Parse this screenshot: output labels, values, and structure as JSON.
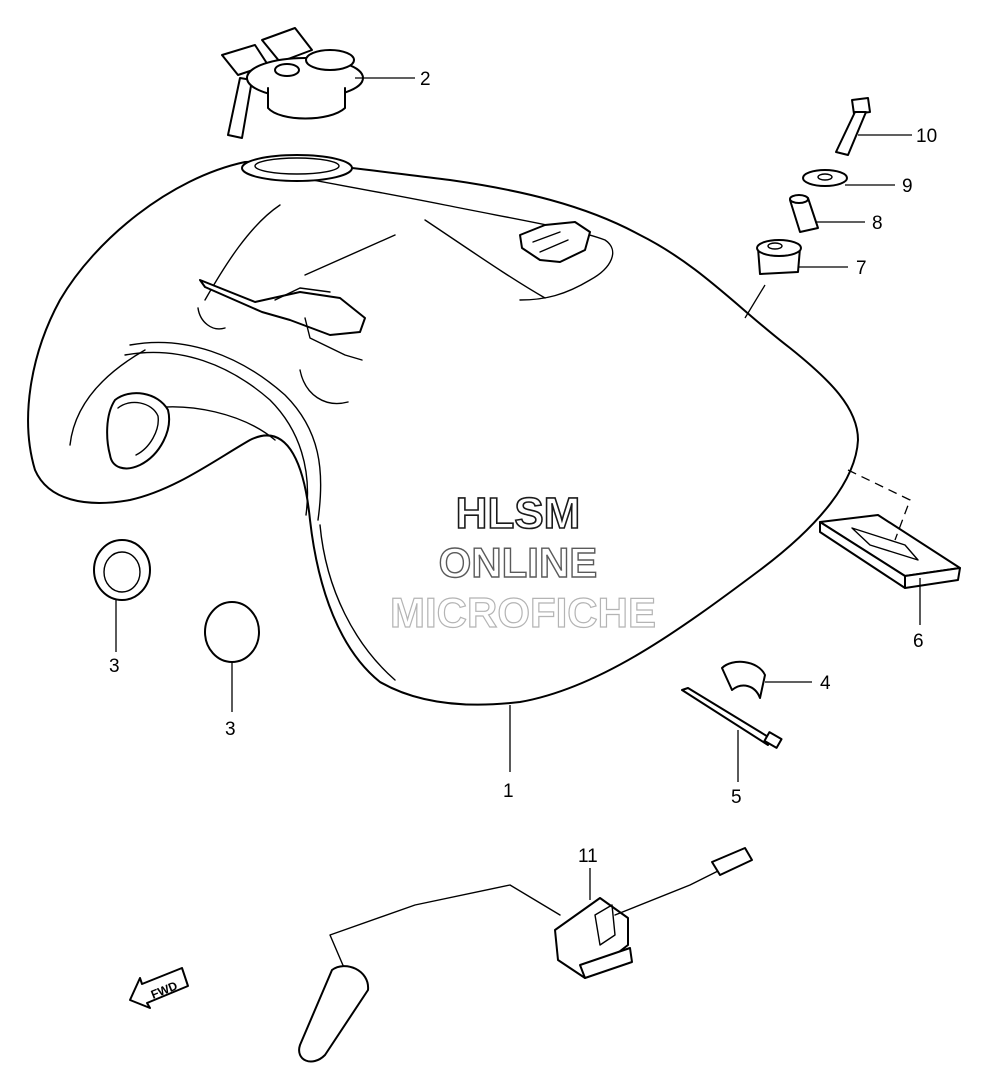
{
  "callouts": [
    {
      "id": "c1",
      "label": "1"
    },
    {
      "id": "c2",
      "label": "2"
    },
    {
      "id": "c3a",
      "label": "3"
    },
    {
      "id": "c3b",
      "label": "3"
    },
    {
      "id": "c4",
      "label": "4"
    },
    {
      "id": "c5",
      "label": "5"
    },
    {
      "id": "c6",
      "label": "6"
    },
    {
      "id": "c7",
      "label": "7"
    },
    {
      "id": "c8",
      "label": "8"
    },
    {
      "id": "c9",
      "label": "9"
    },
    {
      "id": "c10",
      "label": "10"
    },
    {
      "id": "c11",
      "label": "11"
    }
  ],
  "watermark": {
    "line1": "HLSM",
    "line2": "ONLINE",
    "line3": "MICROFICHE",
    "color1": "#1a1a1a",
    "color2": "#5a5a5a",
    "color3": "#b4b4b4"
  },
  "direction_marker": {
    "label": "FWD"
  }
}
